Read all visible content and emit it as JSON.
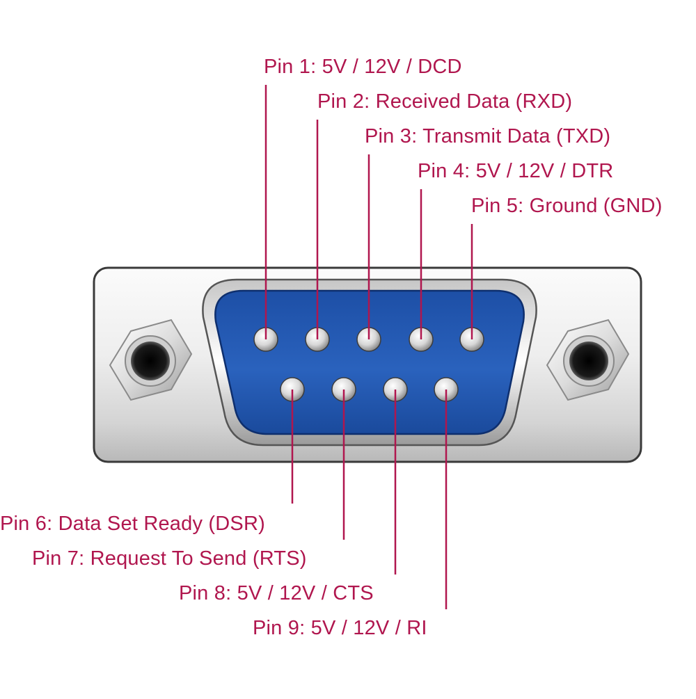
{
  "colors": {
    "label": "#b0164e",
    "leader_line": "#b0164e",
    "shell_light": "#f4f4f4",
    "shell_dark": "#8e8e8e",
    "insulator": "#2357b0",
    "insulator_edge": "#0e2f6e"
  },
  "connector": {
    "type": "DE-9 male serial connector",
    "left_screw_icon": "hex-standoff-icon",
    "right_screw_icon": "hex-standoff-icon"
  },
  "pins_top": [
    {
      "number": 1,
      "label": "Pin 1: 5V / 12V / DCD"
    },
    {
      "number": 2,
      "label": "Pin 2: Received Data (RXD)"
    },
    {
      "number": 3,
      "label": "Pin 3: Transmit Data (TXD)"
    },
    {
      "number": 4,
      "label": "Pin 4: 5V / 12V / DTR"
    },
    {
      "number": 5,
      "label": "Pin 5: Ground (GND)"
    }
  ],
  "pins_bottom": [
    {
      "number": 6,
      "label": "Pin 6: Data Set Ready (DSR)"
    },
    {
      "number": 7,
      "label": "Pin 7: Request To Send (RTS)"
    },
    {
      "number": 8,
      "label": "Pin 8: 5V / 12V / CTS"
    },
    {
      "number": 9,
      "label": "Pin 9: 5V / 12V / RI"
    }
  ]
}
